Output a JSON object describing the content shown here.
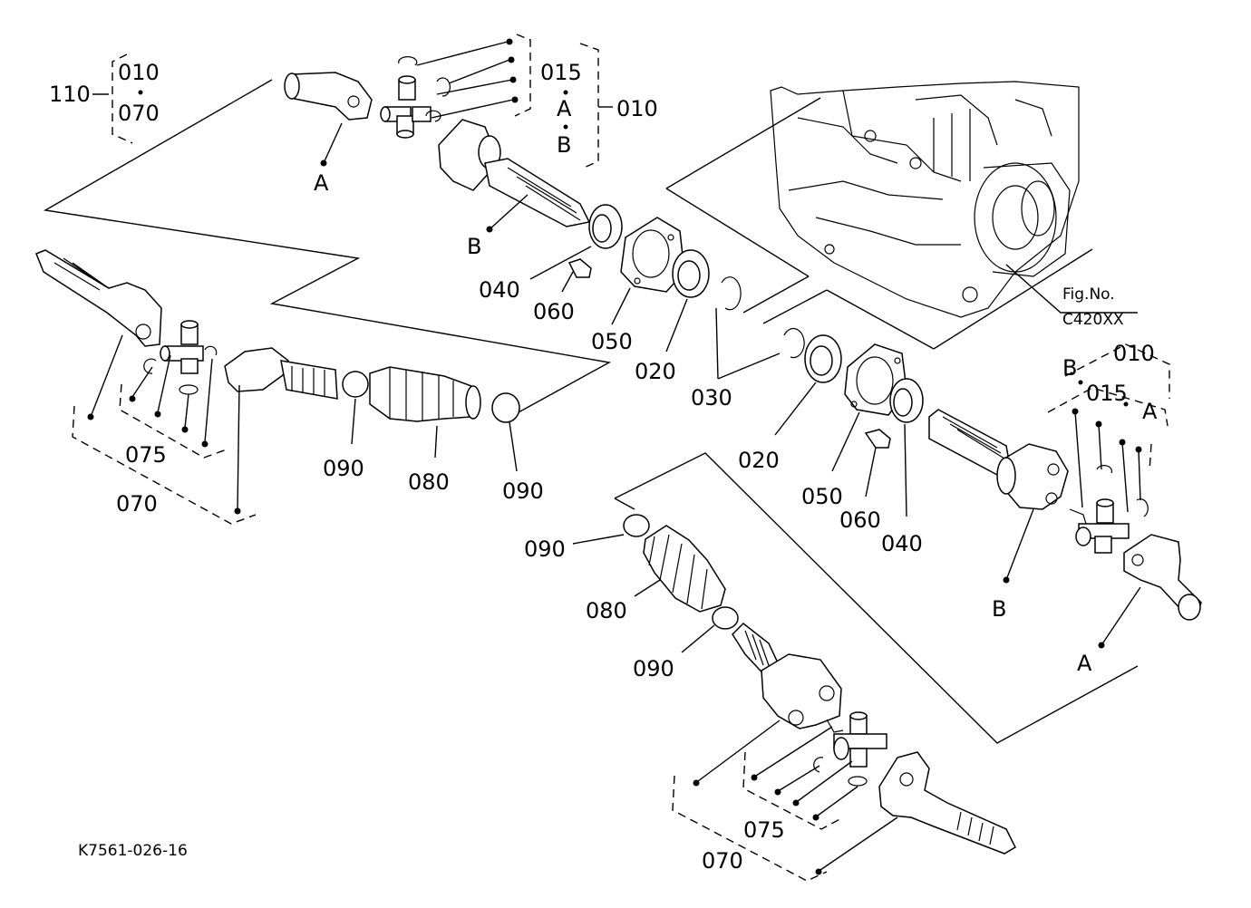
{
  "drawing_code": "K7561-026-16",
  "fig_ref": {
    "line1": "Fig.No.",
    "line2": "C420XX"
  },
  "labels": {
    "n110": "110",
    "n010": "010",
    "n070": "070",
    "n015": "015",
    "n040": "040",
    "n060": "060",
    "n050": "050",
    "n020": "020",
    "n030": "030",
    "n075": "075",
    "n080": "080",
    "n090": "090",
    "refA": "A",
    "refB": "B"
  }
}
